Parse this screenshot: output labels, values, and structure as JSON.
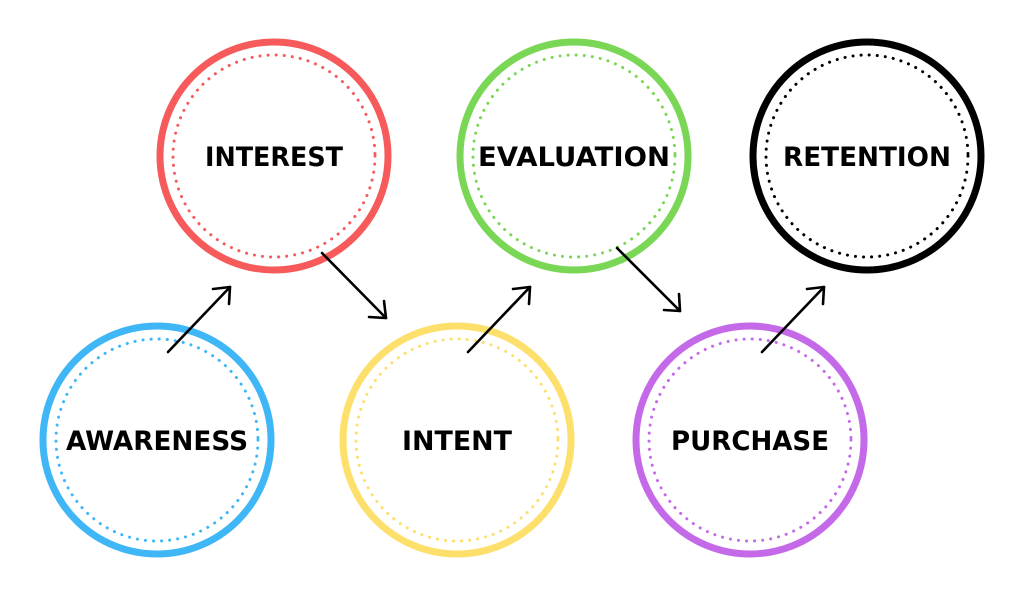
{
  "diagram": {
    "stages": [
      {
        "id": "awareness",
        "label": "AWARENESS",
        "color": "#3fb6f5"
      },
      {
        "id": "interest",
        "label": "INTEREST",
        "color": "#f75a5a"
      },
      {
        "id": "intent",
        "label": "INTENT",
        "color": "#fddf6b"
      },
      {
        "id": "evaluation",
        "label": "EVALUATION",
        "color": "#7ad655"
      },
      {
        "id": "purchase",
        "label": "PURCHASE",
        "color": "#c46ae8"
      },
      {
        "id": "retention",
        "label": "RETENTION",
        "color": "#000000"
      }
    ],
    "connections": [
      {
        "from": "awareness",
        "to": "interest"
      },
      {
        "from": "interest",
        "to": "intent"
      },
      {
        "from": "intent",
        "to": "evaluation"
      },
      {
        "from": "evaluation",
        "to": "purchase"
      },
      {
        "from": "purchase",
        "to": "retention"
      }
    ]
  }
}
